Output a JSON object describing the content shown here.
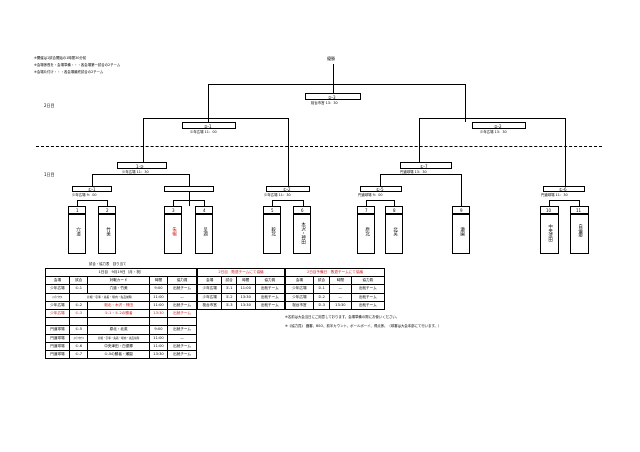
{
  "notes": [
    "※開催は1試合開始の1時間30分前",
    "※会場係長を・会場準備・・・各会場第一試合の2チーム",
    "※会場片付け・・・各会場最終試合の2チーム"
  ],
  "championship_label": "優勝",
  "day2_label": "2日目",
  "day1_label": "1日目",
  "final": {
    "code": "②-3",
    "venue": "桜台市営 13：30"
  },
  "semis": [
    {
      "code": "②-1",
      "venue": "少年広場 11：00"
    },
    {
      "code": "②-2",
      "venue": "少年広場 13：30"
    }
  ],
  "r2": [
    {
      "code": "1-③",
      "venue": "少年広場 11：30"
    },
    {
      "code": "①-7",
      "venue": "円道球場 13：30"
    }
  ],
  "r1": [
    {
      "code": "①-1",
      "venue": "少年広場 9：00"
    },
    {
      "code": "①-2",
      "venue": "少年広場 11：30"
    },
    {
      "code": "①-5",
      "venue": "円道球場 9：00"
    },
    {
      "code": "①-6",
      "venue": "円道球場 11：30"
    }
  ],
  "teams": [
    {
      "num": "1",
      "name": "穴道"
    },
    {
      "num": "2",
      "name": "竹美"
    },
    {
      "num": "3",
      "name": "朱暢"
    },
    {
      "num": "4",
      "name": "呈湖"
    },
    {
      "num": "5",
      "name": "毅北"
    },
    {
      "num": "6",
      "name": "木沢・神田"
    },
    {
      "num": "7",
      "name": "原北"
    },
    {
      "num": "8",
      "name": "北英"
    },
    {
      "num": "9",
      "name": "瀬園"
    },
    {
      "num": "10",
      "name": "中央津田"
    },
    {
      "num": "11",
      "name": "白優郷"
    }
  ],
  "schedule": {
    "title": "試合・協力表　割り当て",
    "day1_header": "1日目　9月19日（月・祝）",
    "day2_header": "2日目　敗退チームにて協議",
    "day2b_header": "2日目予備日　敗退チームにて協議",
    "cols_day1": [
      "会場",
      "試合",
      "対戦カード",
      "時間",
      "協力員"
    ],
    "cols_day2": [
      "会場",
      "試合",
      "時間",
      "協力員"
    ],
    "cols_day2b": [
      "会場",
      "試合",
      "時間",
      "協力員"
    ],
    "day1_rows": [
      [
        "少年広場",
        "①-1",
        "穴道・竹美",
        "9:00",
        "出就チーム"
      ],
      [
        "ｽﾄﾗｲｸｱｳﾄ",
        "片端・引率・先着・場内・先乱前時",
        "",
        "11:00",
        "—"
      ],
      [
        "少年広場",
        "①-2",
        "毅北・木沢・神田",
        "11:00",
        "出就チーム"
      ],
      [
        "少年広場",
        "①-3",
        "①-1・①-2の勝者",
        "13:30",
        "出就チーム"
      ],
      [
        "",
        "",
        "",
        "",
        ""
      ],
      [
        "円道球場",
        "①-5",
        "原北・北英",
        "9:00",
        "出就チーム"
      ],
      [
        "円道球場",
        "ｽﾄﾗｲｸｱｳﾄ",
        "片端・引率・先着・場内・先乱前時",
        "11:00",
        "—"
      ],
      [
        "円道球場",
        "①-6",
        "中央津田・白優郷",
        "11:00",
        "出就チーム"
      ],
      [
        "円道球場",
        "①-7",
        "①-5の勝者・瀬園",
        "13:30",
        "出就チーム"
      ]
    ],
    "day2_rows": [
      [
        "少年広場",
        "②-1",
        "11:00",
        "出就チーム"
      ],
      [
        "少年広場",
        "②-2",
        "13:30",
        "出就チーム"
      ],
      [
        "桜台市営",
        "②-3",
        "13:30",
        "出就チーム"
      ]
    ],
    "day2b_rows": [
      [
        "少年広場",
        "②-1",
        "—",
        "出就チーム"
      ],
      [
        "少年広場",
        "②-2",
        "—",
        "出就チーム"
      ],
      [
        "桜台市営",
        "②-3",
        "13:30",
        "出就チーム"
      ]
    ],
    "footnotes": [
      "※名前は大会当日にご用意しております。会場準備の際にお使いください。",
      "※《協力員》 器審、BSO、前半カウント、ボールボーイ、得点係。（球審は大会本部にて行います。）"
    ]
  }
}
